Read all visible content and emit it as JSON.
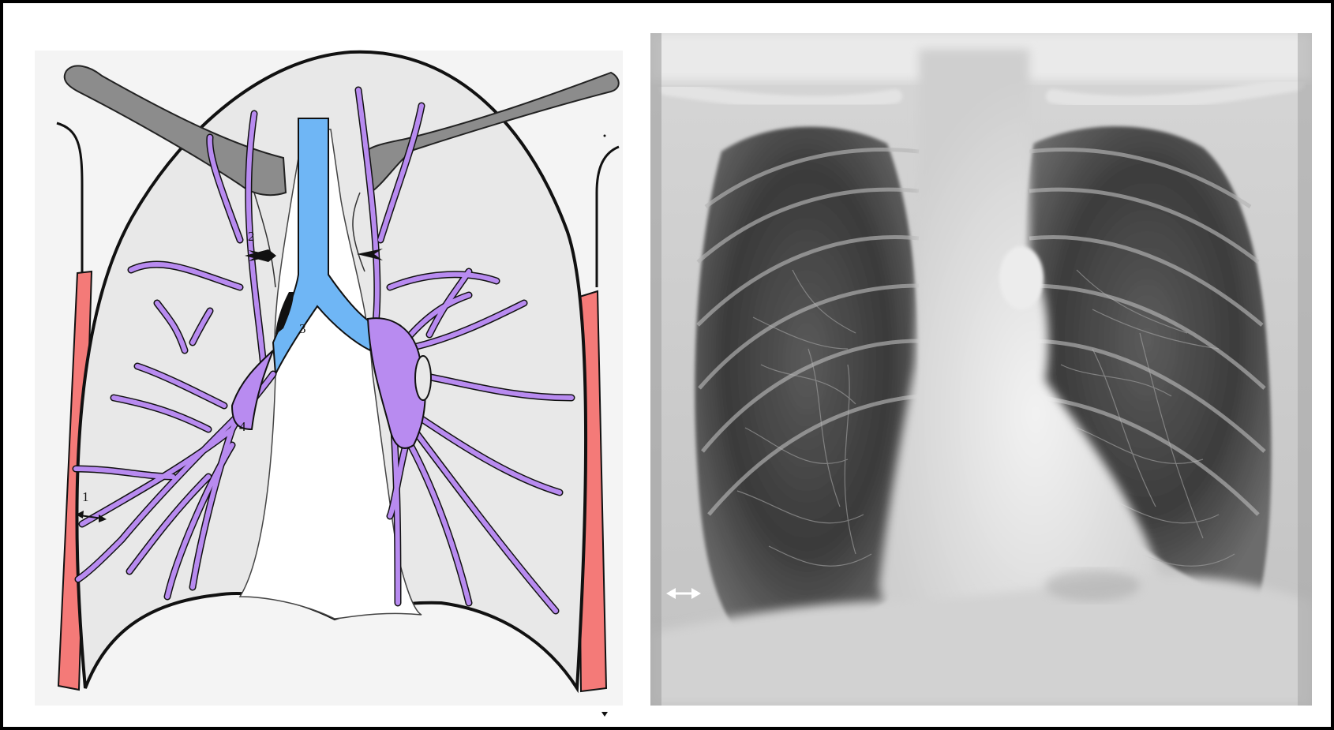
{
  "diagram": {
    "labels": {
      "pleura": "1",
      "mediastinal_line": "2",
      "trachea": "3",
      "hilum": "4"
    },
    "colors": {
      "lung": "#e8e8e8",
      "bronchovascular": "#b88bf0",
      "trachea": "#6fb6f5",
      "rib": "#8c8c8c",
      "chest_wall": "#f47a78",
      "outline": "#111111"
    },
    "icons": [
      "double-arrow-icon",
      "arrowhead-icon"
    ]
  },
  "xray": {
    "icons": [
      "double-arrow-icon"
    ]
  }
}
